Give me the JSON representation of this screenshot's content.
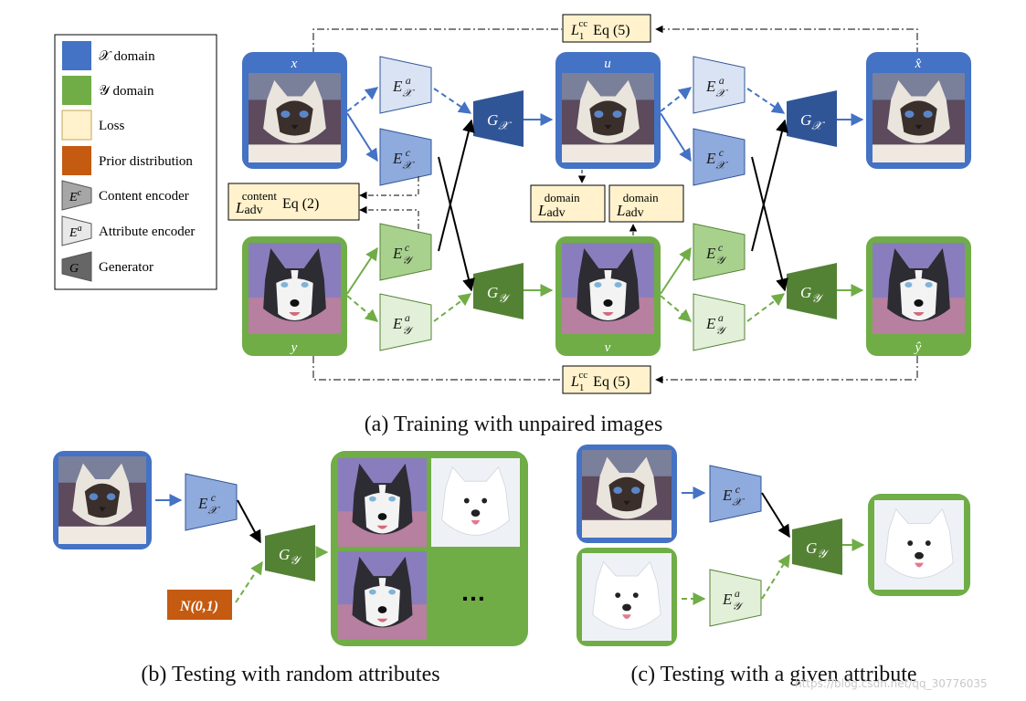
{
  "legend": {
    "items": [
      {
        "label": "𝒳 domain",
        "color": "#4472c4"
      },
      {
        "label": "𝒴 domain",
        "color": "#70ad47"
      },
      {
        "label": "Loss",
        "color": "#fff2cc"
      },
      {
        "label": "Prior distribution",
        "color": "#c55a11"
      },
      {
        "label": "Content encoder",
        "symbol": "E",
        "sup": "c"
      },
      {
        "label": "Attribute encoder",
        "symbol": "E",
        "sup": "a"
      },
      {
        "label": "Generator",
        "symbol": "G"
      }
    ]
  },
  "training": {
    "images": {
      "x": "x",
      "u": "u",
      "x_hat": "x̂",
      "y": "y",
      "v": "v",
      "y_hat": "ŷ"
    },
    "encoders": {
      "E": "E",
      "sub_x": "𝒳",
      "sub_y": "𝒴",
      "sup_a": "a",
      "sup_c": "c"
    },
    "generators": {
      "G": "G",
      "sub_x": "𝒳",
      "sub_y": "𝒴"
    },
    "losses": {
      "cc_top": {
        "L": "L",
        "sub": "1",
        "sup": "cc",
        "eq": "Eq (5)"
      },
      "cc_bottom": {
        "L": "L",
        "sub": "1",
        "sup": "cc",
        "eq": "Eq (5)"
      },
      "content": {
        "L": "L",
        "sub": "adv",
        "sup": "content",
        "eq": "Eq (2)"
      },
      "domain_1": {
        "L": "L",
        "sub": "adv",
        "sup": "domain"
      },
      "domain_2": {
        "L": "L",
        "sub": "adv",
        "sup": "domain"
      }
    },
    "caption": "(a) Training with unpaired images"
  },
  "test_random": {
    "prior_label": "N(0,1)",
    "ellipsis": "…",
    "caption": "(b) Testing with random attributes"
  },
  "test_given": {
    "caption": "(c) Testing with a given attribute"
  },
  "watermark": "https://blog.csdn.net/qq_30776035",
  "colors": {
    "x_domain": "#4472c4",
    "y_domain": "#70ad47",
    "loss": "#fff2cc",
    "prior": "#c55a11",
    "gen_x": "#2f5597",
    "gen_y": "#548235",
    "enc_x": "#8faadc",
    "enc_x_light": "#dae3f3",
    "enc_y": "#a9d18e",
    "enc_y_light": "#e2f0d9"
  }
}
